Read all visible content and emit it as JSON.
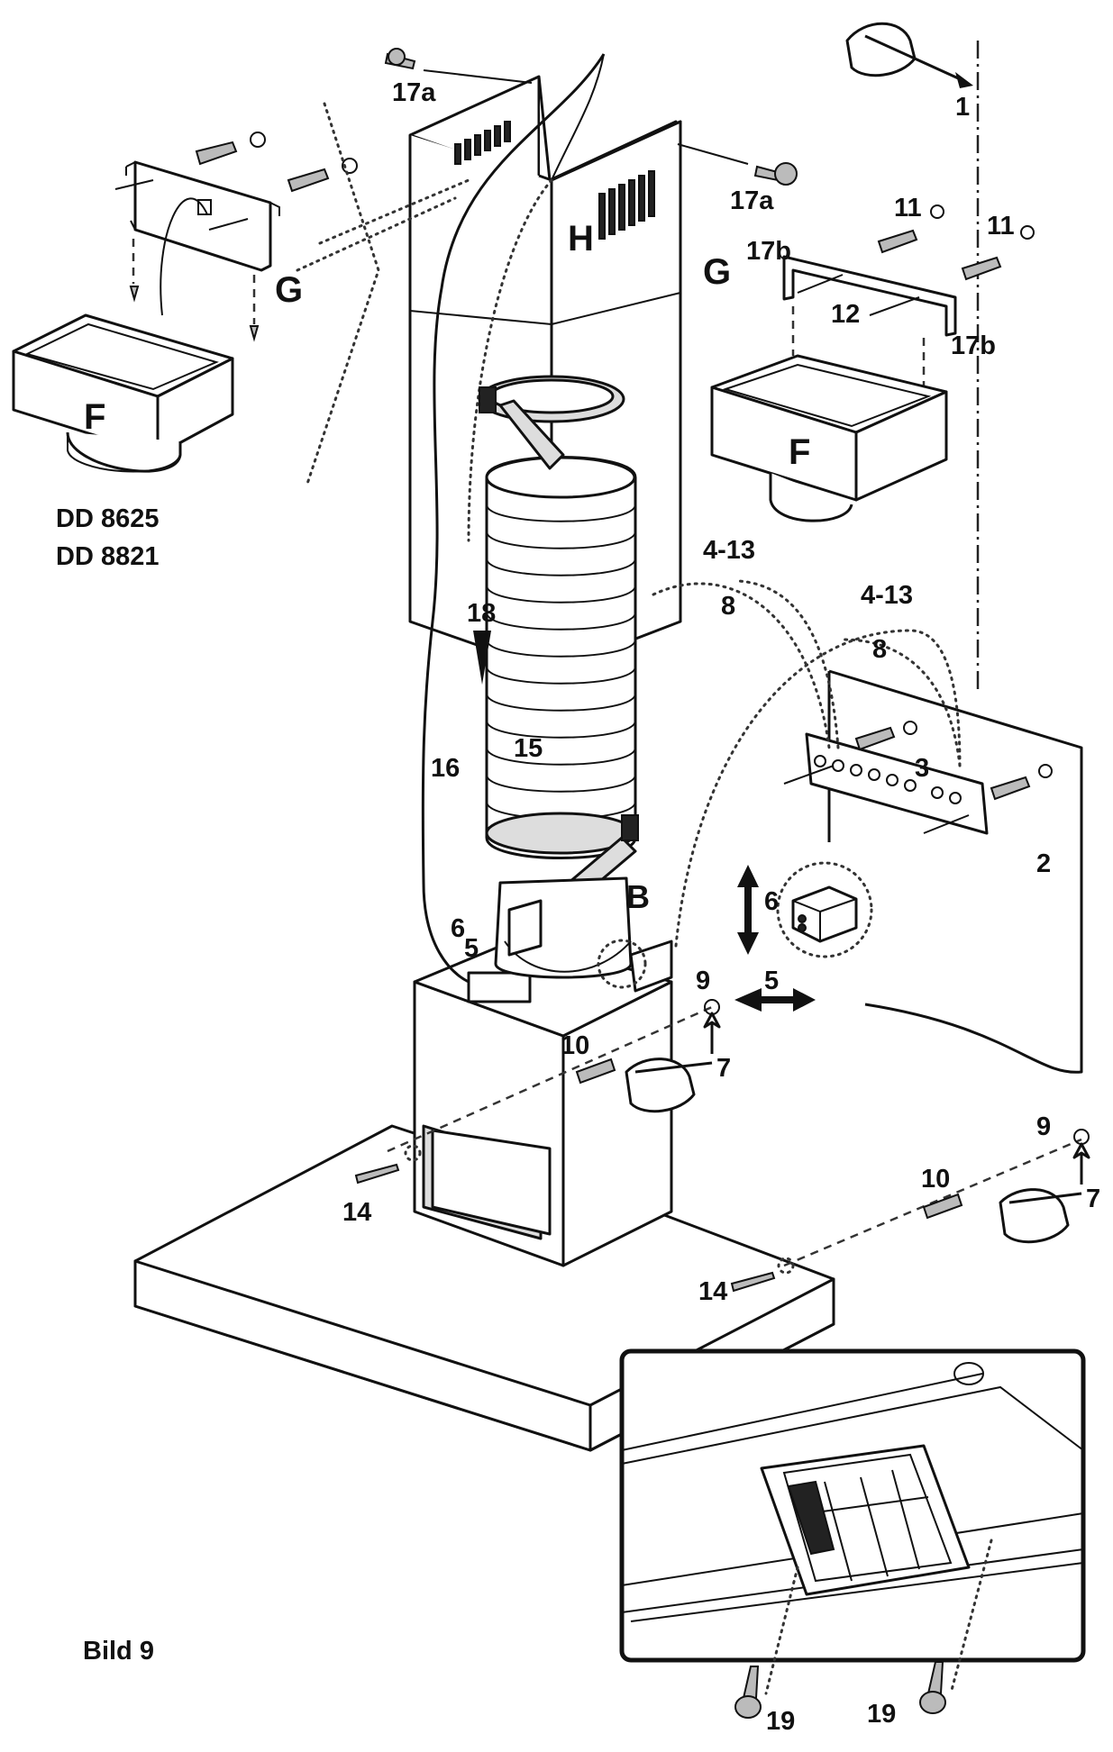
{
  "figure_caption": "Bild 9",
  "models": [
    "DD 8625",
    "DD 8821"
  ],
  "part_labels": {
    "F_left": "F",
    "F_right": "F",
    "G_left": "G",
    "G_right": "G",
    "H": "H",
    "B": "B",
    "p1": "1",
    "p2": "2",
    "p3": "3",
    "p4_13_a": "4-13",
    "p4_13_b": "4-13",
    "p5_a": "5",
    "p5_b": "5",
    "p6_a": "6",
    "p6_b": "6",
    "p7_a": "7",
    "p7_b": "7",
    "p8_a": "8",
    "p8_b": "8",
    "p9_a": "9",
    "p9_b": "9",
    "p10_a": "10",
    "p10_b": "10",
    "p11_a": "11",
    "p11_b": "11",
    "p12": "12",
    "p14_a": "14",
    "p14_b": "14",
    "p15": "15",
    "p16": "16",
    "p17a_top": "17a",
    "p17a_mid": "17a",
    "p17b_top": "17b",
    "p17b_right": "17b",
    "p18": "18",
    "p19_a": "19",
    "p19_b": "19"
  },
  "icons": [
    "pencil-hand-icon",
    "screw-icon",
    "wall-plug-icon",
    "double-arrow-icon"
  ]
}
